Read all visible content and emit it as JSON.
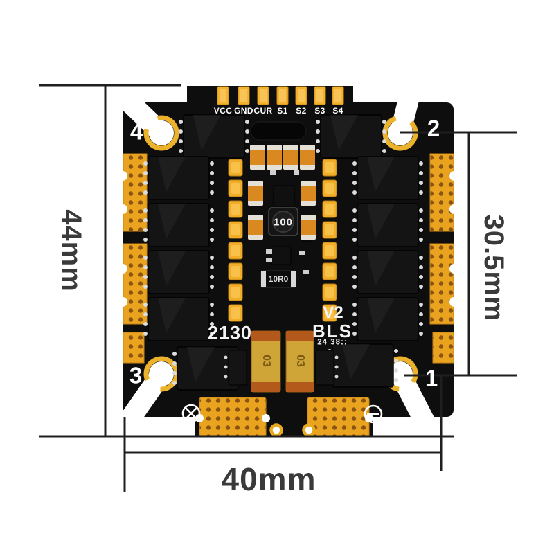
{
  "annotations": {
    "height_label": "44mm",
    "hole_spacing_label": "30.5mm",
    "width_label": "40mm"
  },
  "corner_labels": {
    "top_left": "4",
    "top_right": "2",
    "bottom_left": "3",
    "bottom_right": "1"
  },
  "top_pads": [
    "VCC",
    "GND",
    "CUR",
    "S1",
    "S2",
    "S3",
    "S4"
  ],
  "silkscreen": {
    "model": "2130",
    "version": "V2",
    "firmware": "BLS",
    "date_code": "24 38::"
  },
  "component_markings": {
    "inductor": "100",
    "resistor": "10R0",
    "capacitor_left": "03",
    "capacitor_right": "03"
  },
  "colors": {
    "board": "#0e0e0e",
    "gold": "#eead29",
    "dimension_line": "#1f1f1f",
    "dimension_text": "#3a3a3a"
  }
}
